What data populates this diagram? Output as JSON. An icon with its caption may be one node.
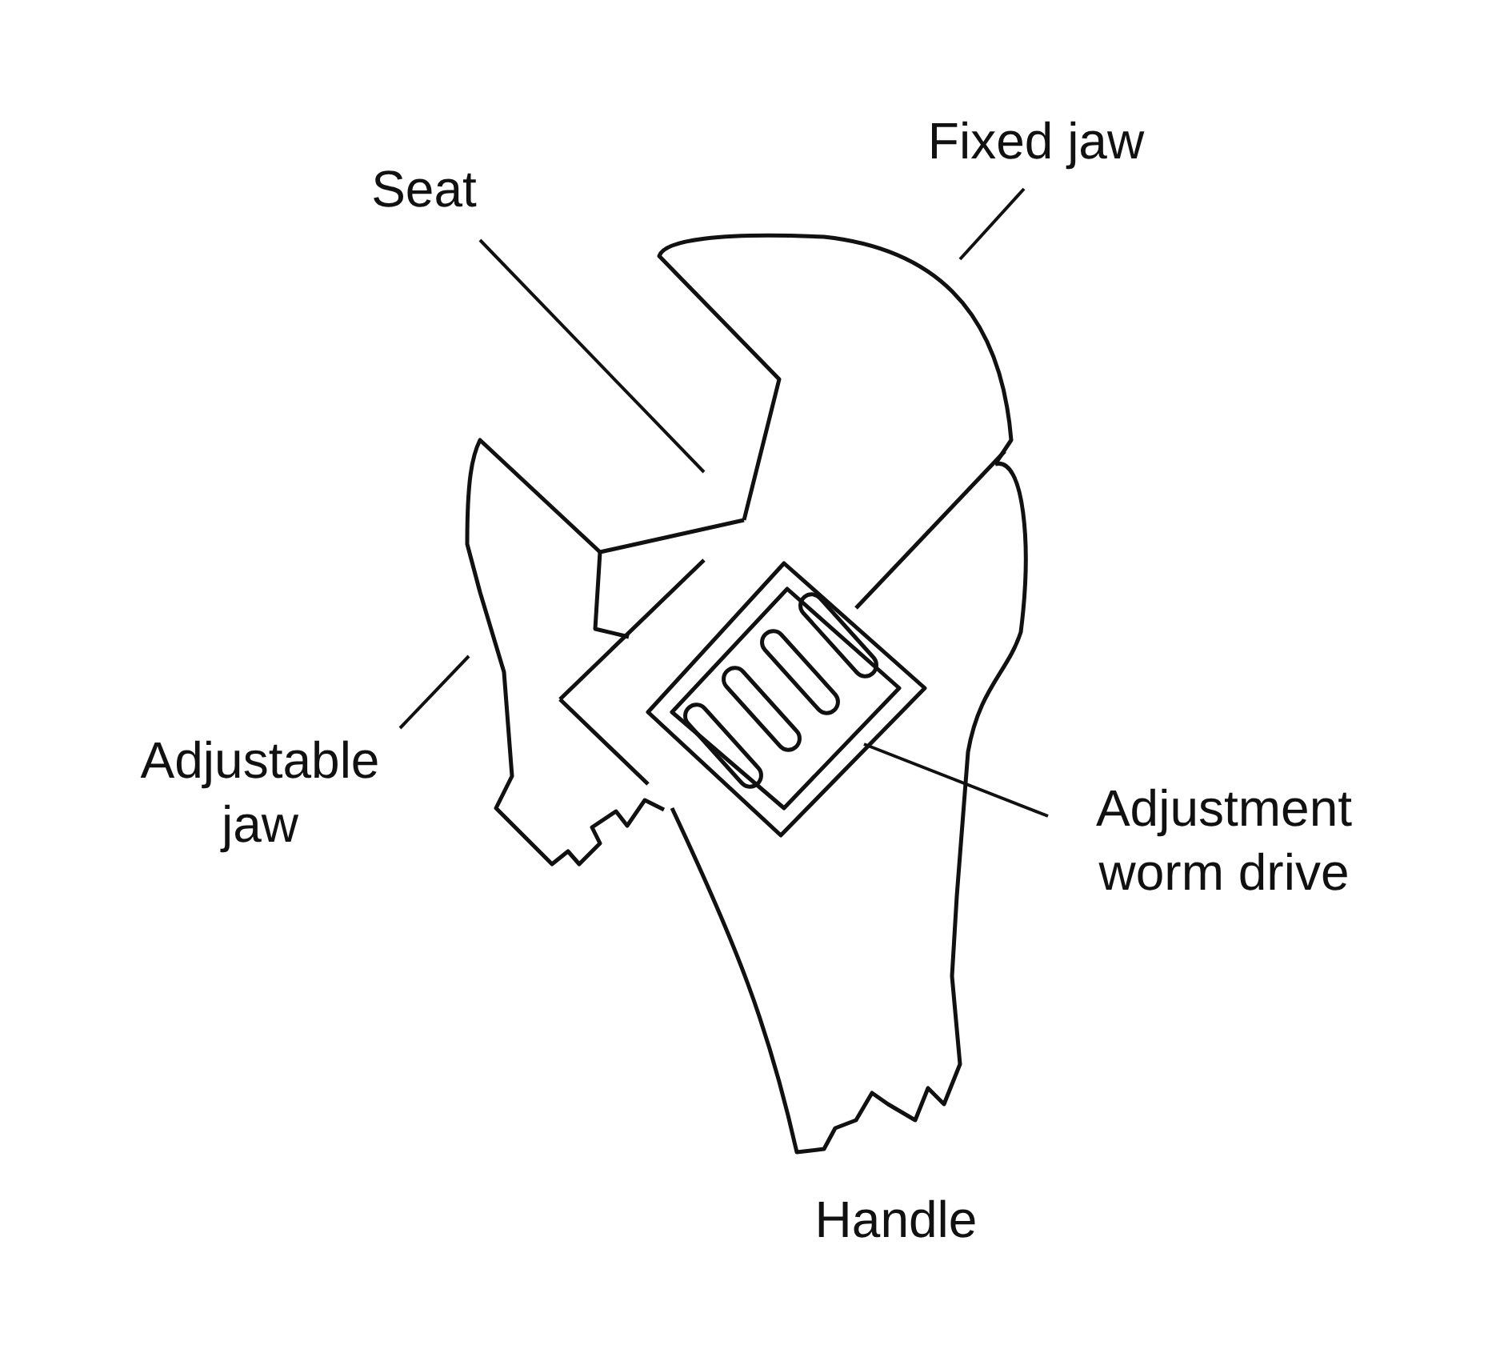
{
  "diagram": {
    "nodes": [
      {
        "text": [
          "Seat"
        ]
      },
      {
        "text": [
          "Fixed jaw"
        ]
      },
      {
        "text": [
          "Adjustable jaw"
        ]
      },
      {
        "text": [
          "Adjustment worm drive"
        ]
      }
    ],
    "edges": [
      {
        "from": 0,
        "to": null,
        "arrow": "none"
      },
      {
        "from": 1,
        "to": null,
        "arrow": "none"
      },
      {
        "from": 2,
        "to": null,
        "arrow": "none"
      },
      {
        "from": 3,
        "to": null,
        "arrow": "none"
      }
    ],
    "labels": [
      "Handle"
    ]
  }
}
